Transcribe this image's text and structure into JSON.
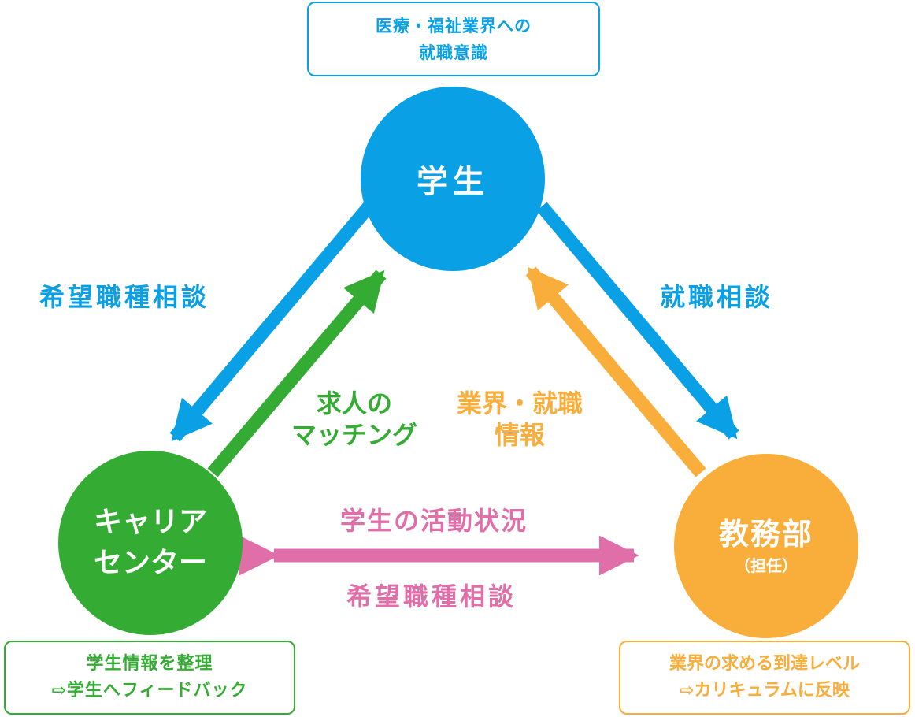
{
  "colors": {
    "blue": "#0aa0e6",
    "green": "#34ac33",
    "orange": "#f9ad3a",
    "pink": "#e06ea9"
  },
  "nodes": {
    "student": {
      "label": "学生",
      "note": [
        "医療・福祉業界への",
        "就職意識"
      ]
    },
    "career_center": {
      "label": [
        "キャリア",
        "センター"
      ],
      "note": [
        "学生情報を整理",
        "⇨学生へフィードバック"
      ]
    },
    "academic_affairs": {
      "label": "教務部",
      "sublabel": "（担任）",
      "note": [
        "業界の求める到達レベル",
        "⇨カリキュラムに反映"
      ]
    }
  },
  "edges": {
    "student_to_career": "希望職種相談",
    "career_to_student": [
      "求人の",
      "マッチング"
    ],
    "student_to_academic": "就職相談",
    "academic_to_student": [
      "業界・就職",
      "情報"
    ],
    "career_academic_top": "学生の活動状況",
    "career_academic_bottom": "希望職種相談"
  }
}
